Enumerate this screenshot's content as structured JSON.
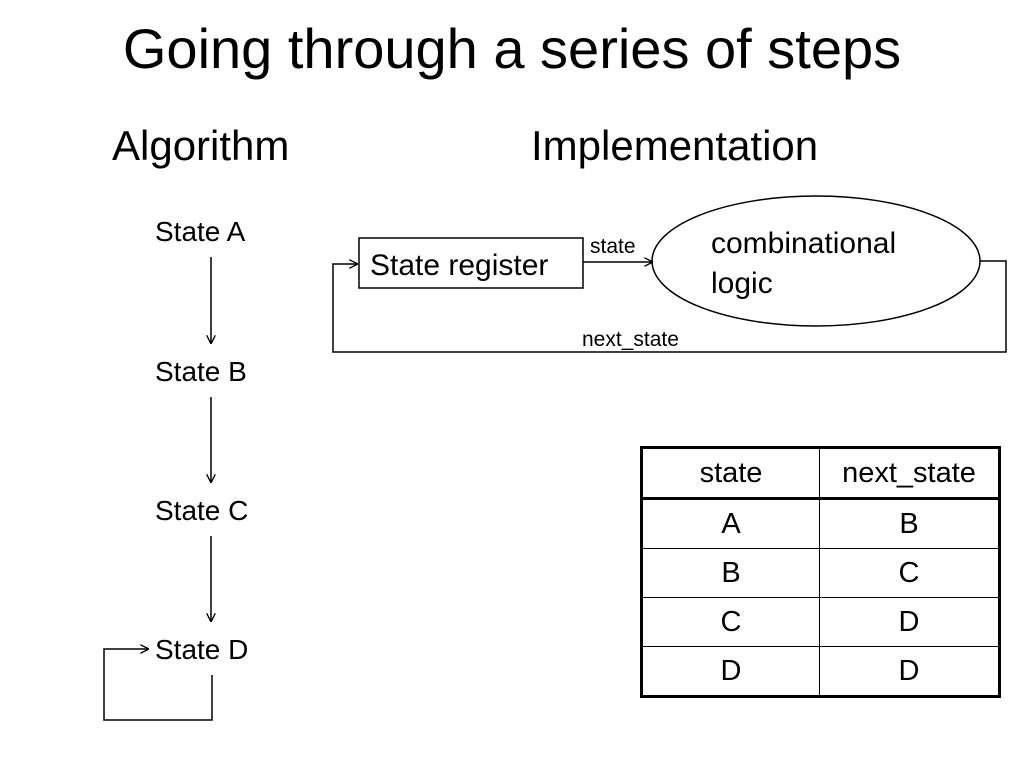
{
  "slide": {
    "title": "Going through a series of steps",
    "algorithm_heading": "Algorithm",
    "implementation_heading": "Implementation"
  },
  "algorithm": {
    "states": [
      "State A",
      "State B",
      "State C",
      "State D"
    ]
  },
  "implementation": {
    "register_label": "State register",
    "logic_label_line1": "combinational",
    "logic_label_line2": "logic",
    "state_signal": "state",
    "next_state_signal": "next_state"
  },
  "table": {
    "headers": [
      "state",
      "next_state"
    ],
    "rows": [
      [
        "A",
        "B"
      ],
      [
        "B",
        "C"
      ],
      [
        "C",
        "D"
      ],
      [
        "D",
        "D"
      ]
    ]
  }
}
